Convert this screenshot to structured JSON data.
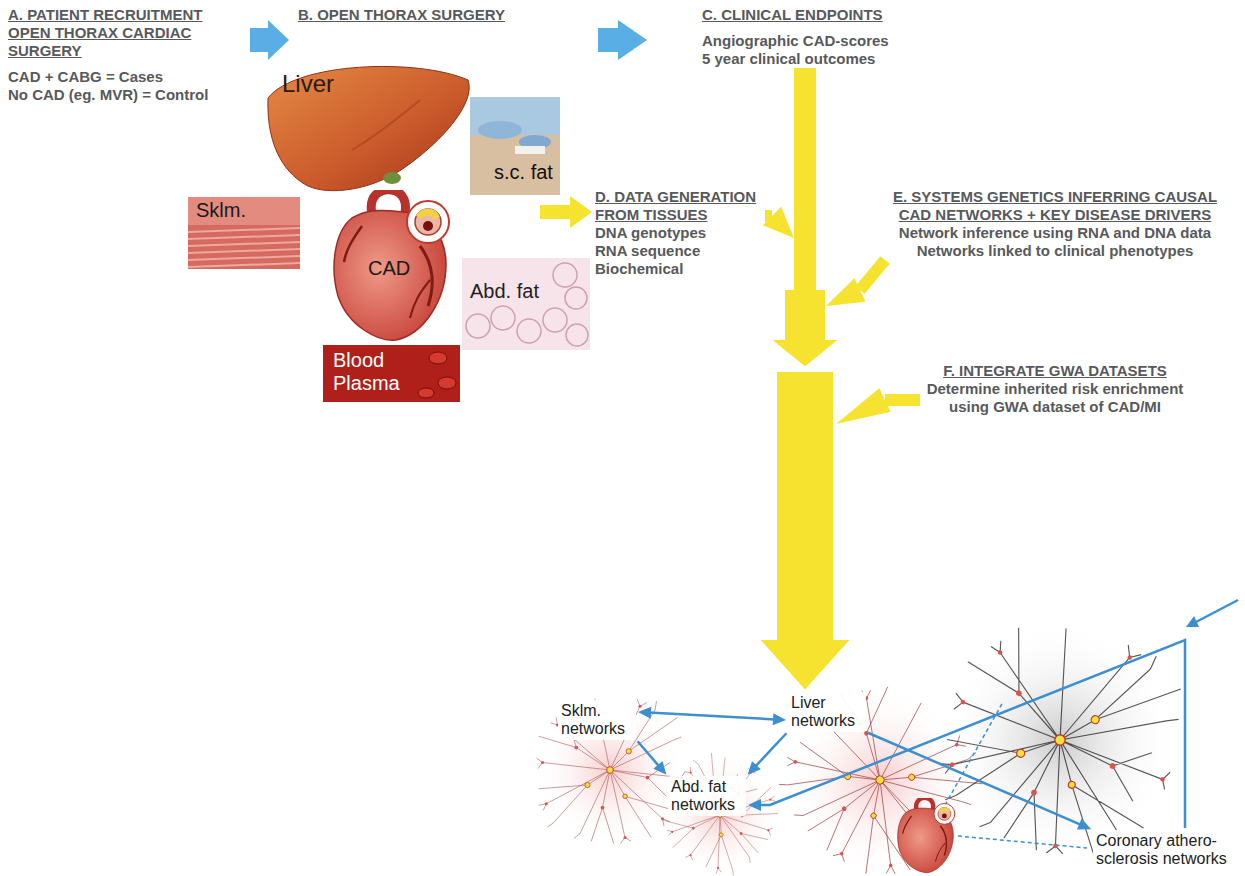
{
  "diagram": {
    "nodes": [
      {
        "text": [
          "A. PATIENT RECRUITMENT OPEN THORAX CARDIAC SURGERY",
          "CAD + CABG = Cases",
          "No CAD (eg. MVR) = Control"
        ]
      },
      {
        "text": [
          "B. OPEN THORAX SURGERY"
        ]
      },
      {
        "text": [
          "C. CLINICAL ENDPOINTS",
          "Angiographic CAD-scores",
          "5 year clinical outcomes"
        ]
      },
      {
        "text": [
          "Liver"
        ]
      },
      {
        "text": [
          "s.c. fat"
        ]
      },
      {
        "text": [
          "Sklm."
        ]
      },
      {
        "text": [
          "CAD"
        ]
      },
      {
        "text": [
          "D. DATA GENERATION FROM TISSUES",
          "DNA genotypes",
          "RNA sequence",
          "Biochemical"
        ]
      },
      {
        "text": [
          "E. SYSTEMS GENETICS INFERRING CAUSAL CAD NETWORKS + KEY DISEASE DRIVERS",
          "Network inference using RNA and DNA data",
          "Networks linked to clinical phenotypes"
        ]
      },
      {
        "text": [
          "Abd. fat"
        ]
      },
      {
        "text": [
          "Blood Plasma"
        ]
      },
      {
        "text": [
          "F. INTEGRATE GWA DATASETS",
          "Determine inherited risk enrichment using GWA dataset of CAD/MI"
        ]
      },
      {
        "text": [
          "Sklm. networks"
        ]
      },
      {
        "text": [
          "Liver networks"
        ]
      },
      {
        "text": [
          "Abd. fat networks"
        ]
      },
      {
        "text": [
          "Coronary athero- sclerosis networks"
        ]
      }
    ],
    "edges": [
      {
        "from": 0,
        "to": 1,
        "arrow": "to"
      },
      {
        "from": 1,
        "to": 2,
        "arrow": "to"
      },
      {
        "from": 6,
        "to": 7,
        "arrow": "to"
      },
      {
        "from": 2,
        "to": 13,
        "arrow": "to"
      },
      {
        "from": 7,
        "to": 13,
        "arrow": "to"
      },
      {
        "from": 8,
        "to": 13,
        "arrow": "to"
      },
      {
        "from": 11,
        "to": 13,
        "arrow": "to"
      },
      {
        "from": 12,
        "to": 13,
        "arrow": "both"
      },
      {
        "from": 12,
        "to": 14,
        "arrow": "to"
      },
      {
        "from": 13,
        "to": 14,
        "arrow": "to"
      },
      {
        "from": 13,
        "to": 15,
        "arrow": "to"
      },
      {
        "from": 15,
        "to": 14,
        "arrow": "to"
      }
    ]
  }
}
